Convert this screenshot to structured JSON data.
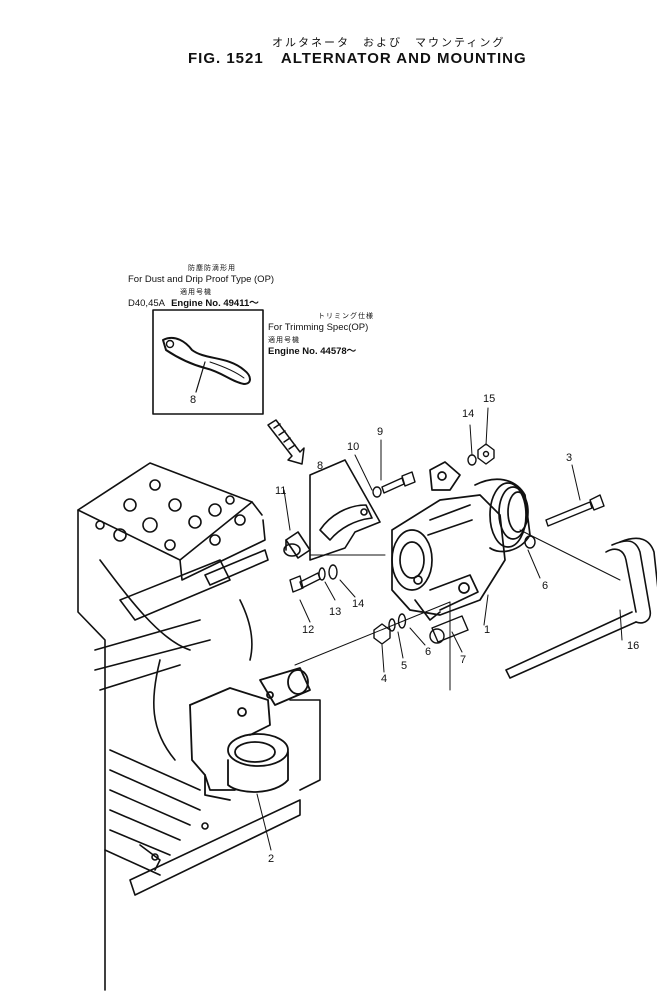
{
  "header": {
    "title_jp": "オルタネータ　および　マウンティング",
    "fig_label": "FIG. 1521",
    "title_en": "ALTERNATOR AND MOUNTING"
  },
  "notes": {
    "dust": {
      "jp": "防塵防滴形用",
      "en": "For Dust and Drip Proof Type (OP)",
      "applic_jp": "適用号機",
      "model": "D40,45A",
      "engine": "Engine No. 49411～"
    },
    "trimming": {
      "jp": "トリミング仕様",
      "en": "For Trimming Spec(OP)",
      "applic_jp": "適用号機",
      "engine": "Engine No. 44578～"
    }
  },
  "callouts": [
    {
      "id": "c1",
      "label": "1"
    },
    {
      "id": "c2",
      "label": "2"
    },
    {
      "id": "c3",
      "label": "3"
    },
    {
      "id": "c4",
      "label": "4"
    },
    {
      "id": "c5",
      "label": "5"
    },
    {
      "id": "c6a",
      "label": "6"
    },
    {
      "id": "c6b",
      "label": "6"
    },
    {
      "id": "c7",
      "label": "7"
    },
    {
      "id": "c8a",
      "label": "8"
    },
    {
      "id": "c8b",
      "label": "8"
    },
    {
      "id": "c9",
      "label": "9"
    },
    {
      "id": "c10",
      "label": "10"
    },
    {
      "id": "c11",
      "label": "11"
    },
    {
      "id": "c12",
      "label": "12"
    },
    {
      "id": "c13",
      "label": "13"
    },
    {
      "id": "c14a",
      "label": "14"
    },
    {
      "id": "c14b",
      "label": "14"
    },
    {
      "id": "c15",
      "label": "15"
    },
    {
      "id": "c16",
      "label": "16"
    }
  ]
}
